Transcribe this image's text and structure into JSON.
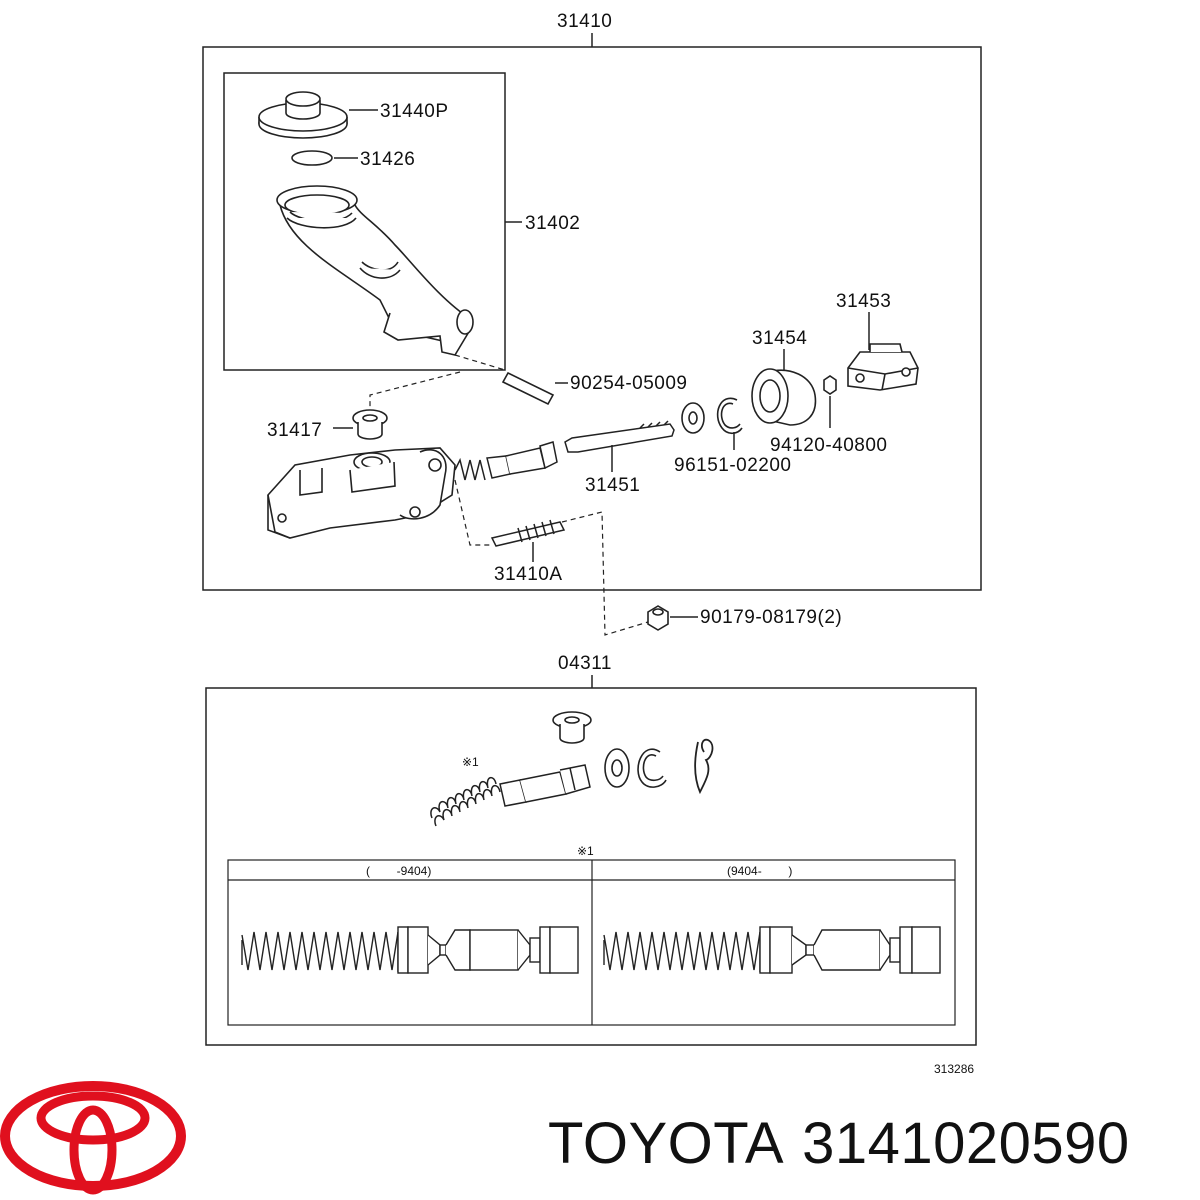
{
  "diagram": {
    "top_group_label": "31410",
    "parts": {
      "reservoir_cap": "31440P",
      "cap_seal": "31426",
      "reservoir": "31402",
      "pin": "90254-05009",
      "grommet": "31417",
      "push_rod": "31451",
      "boot": "31454",
      "clevis": "31453",
      "nut": "94120-40800",
      "snap_ring": "96151-02200",
      "inner_kit": "31410A",
      "mount_nut": "90179-08179(2)"
    },
    "kit_group_label": "04311",
    "kit_note_mark": "※1",
    "kit_note_mark_top": "※1",
    "variants": [
      {
        "label": "(        -9404)"
      },
      {
        "label": "(9404-        )"
      }
    ],
    "drawing_number": "313286"
  },
  "brand": {
    "name": "TOYOTA",
    "part_number": "3141020590",
    "logo_color": "#e0101e"
  }
}
